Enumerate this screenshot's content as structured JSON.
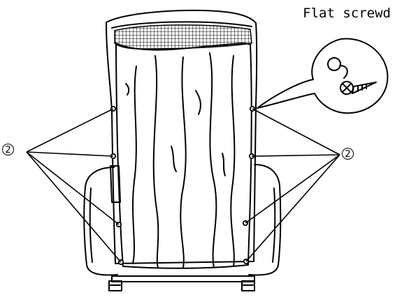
{
  "callout": {
    "label": "Flat screwd"
  },
  "markers": {
    "left_label": "2",
    "right_label": "2"
  }
}
